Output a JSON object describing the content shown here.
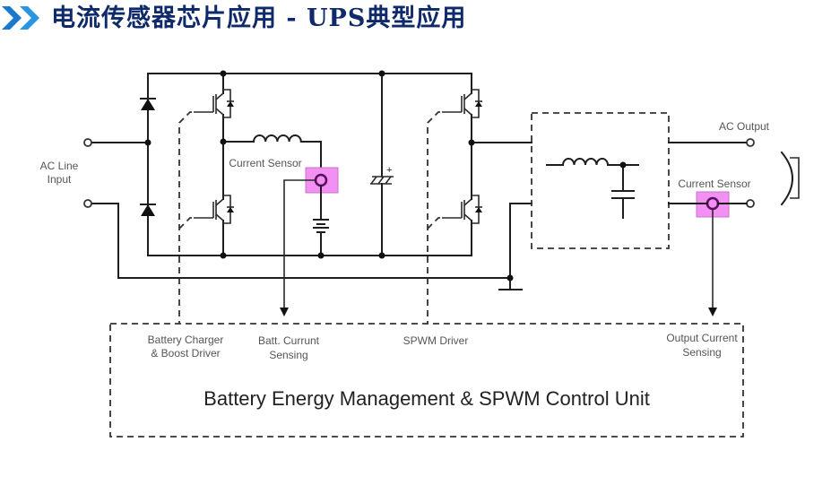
{
  "header": {
    "icon": "double-chevron-right-icon",
    "title": "电流传感器芯片应用 - UPS典型应用",
    "accent_color": "#1f86d6",
    "title_color": "#0f2a6b"
  },
  "diagram": {
    "sensor_highlight_color": "#f390f3",
    "labels": {
      "ac_line_input": [
        "AC Line",
        "Input"
      ],
      "battery_current_sensor": "Current Sensor",
      "ac_output": "AC Output",
      "output_current_sensor": "Current Sensor",
      "battery_charger_driver": [
        "Battery Charger",
        "& Boost Driver"
      ],
      "batt_current_sensing": [
        "Batt. Currunt",
        "Sensing"
      ],
      "spwm_driver": "SPWM Driver",
      "output_current_sensing": [
        "Output Current",
        "Sensing"
      ],
      "control_unit": "Battery Energy Management & SPWM Control Unit"
    },
    "components": [
      "rectifier-diode-top",
      "rectifier-diode-bottom",
      "boost-igbt-high",
      "boost-igbt-low",
      "boost-inductor",
      "battery-current-sensor",
      "battery",
      "dc-link-capacitor",
      "inverter-igbt-high",
      "inverter-igbt-low",
      "lc-output-filter",
      "output-current-sensor",
      "load"
    ]
  }
}
